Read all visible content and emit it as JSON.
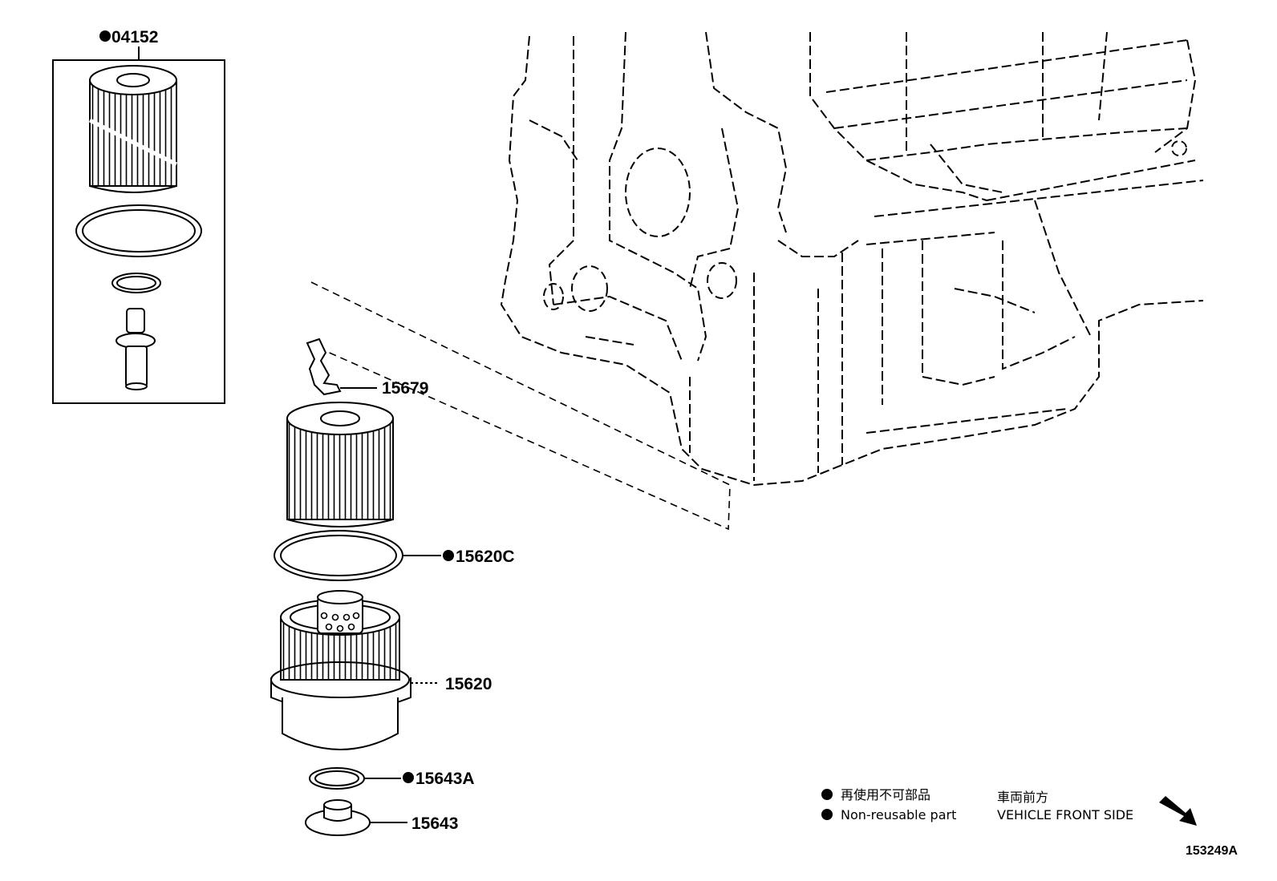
{
  "part_labels": {
    "kit_filter": "04152",
    "drain_pipe": "15679",
    "cap_oring": "15620C",
    "filter_cap": "15620",
    "plug_oring": "15643A",
    "drain_plug": "15643"
  },
  "legend": {
    "non_reusable_jp": "再使用不可部品",
    "non_reusable_en": "Non-reusable part",
    "front_jp": "車両前方",
    "front_en": "VEHICLE FRONT SIDE"
  },
  "figure_id": "153249A",
  "colors": {
    "ink": "#000000",
    "paper": "#ffffff"
  }
}
